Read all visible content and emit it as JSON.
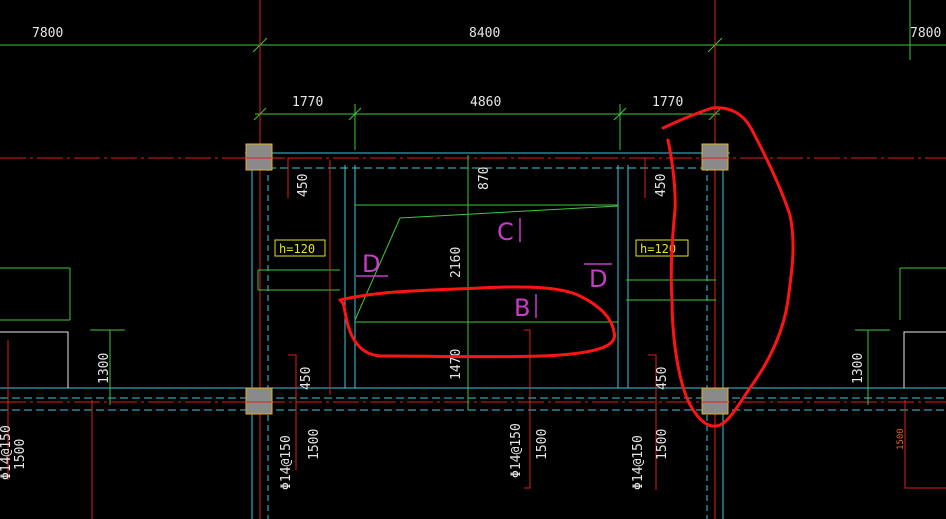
{
  "colors": {
    "background": "#000000",
    "axis_red": "#e01e1e",
    "grid_green": "#3cc83c",
    "beam_cyan": "#3cc8dc",
    "column_fill": "#8a8a8a",
    "text_white": "#e6e6e6",
    "magenta": "#c83cc8",
    "yellow": "#e6e61e",
    "markup_red": "#ff1414"
  },
  "dimensions_top": {
    "left": "7800",
    "middle": "8400",
    "right": "7800"
  },
  "dimensions_second": {
    "left": "1770",
    "middle": "4860",
    "right": "1770"
  },
  "vertical_dims": {
    "top_left": "450",
    "top_right": "450",
    "bottom_left": "450",
    "bottom_right": "450",
    "center_top": "870",
    "center_mid": "2160",
    "center_bottom": "1470",
    "side_left": "1300",
    "side_right": "1300",
    "rebar_len_1": "1500",
    "rebar_len_2": "1500",
    "rebar_len_3": "1500",
    "rebar_len_4": "1500",
    "rebar_len_small": "1500"
  },
  "rebar_labels": {
    "left": "Φ14@150",
    "center": "Φ14@150",
    "right": "Φ14@150",
    "partial": "Φ14@150"
  },
  "slab_labels": {
    "left": "h=120",
    "right": "h=120"
  },
  "section_marks": {
    "d_left": "D",
    "d_right": "D",
    "c": "C",
    "b": "B"
  }
}
